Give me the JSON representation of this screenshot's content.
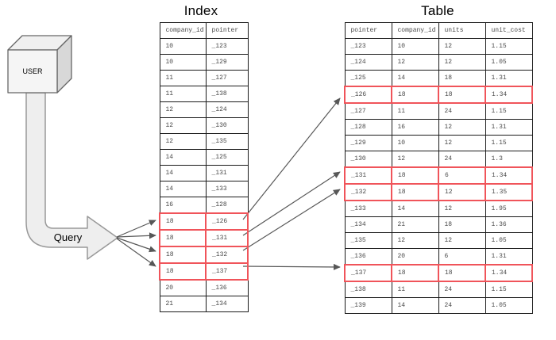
{
  "diagram": {
    "user_label": "USER",
    "query_label": "Query"
  },
  "index": {
    "title": "Index",
    "columns": [
      "company_id",
      "pointer"
    ],
    "rows": [
      {
        "cells": [
          "10",
          "_123"
        ],
        "highlighted": false
      },
      {
        "cells": [
          "10",
          "_129"
        ],
        "highlighted": false
      },
      {
        "cells": [
          "11",
          "_127"
        ],
        "highlighted": false
      },
      {
        "cells": [
          "11",
          "_138"
        ],
        "highlighted": false
      },
      {
        "cells": [
          "12",
          "_124"
        ],
        "highlighted": false
      },
      {
        "cells": [
          "12",
          "_130"
        ],
        "highlighted": false
      },
      {
        "cells": [
          "12",
          "_135"
        ],
        "highlighted": false
      },
      {
        "cells": [
          "14",
          "_125"
        ],
        "highlighted": false
      },
      {
        "cells": [
          "14",
          "_131"
        ],
        "highlighted": false
      },
      {
        "cells": [
          "14",
          "_133"
        ],
        "highlighted": false
      },
      {
        "cells": [
          "16",
          "_128"
        ],
        "highlighted": false
      },
      {
        "cells": [
          "18",
          "_126"
        ],
        "highlighted": true
      },
      {
        "cells": [
          "18",
          "_131"
        ],
        "highlighted": true
      },
      {
        "cells": [
          "18",
          "_132"
        ],
        "highlighted": true
      },
      {
        "cells": [
          "18",
          "_137"
        ],
        "highlighted": true
      },
      {
        "cells": [
          "20",
          "_136"
        ],
        "highlighted": false
      },
      {
        "cells": [
          "21",
          "_134"
        ],
        "highlighted": false
      }
    ]
  },
  "table": {
    "title": "Table",
    "columns": [
      "pointer",
      "company_id",
      "units",
      "unit_cost"
    ],
    "rows": [
      {
        "cells": [
          "_123",
          "10",
          "12",
          "1.15"
        ],
        "highlighted": false
      },
      {
        "cells": [
          "_124",
          "12",
          "12",
          "1.05"
        ],
        "highlighted": false
      },
      {
        "cells": [
          "_125",
          "14",
          "18",
          "1.31"
        ],
        "highlighted": false
      },
      {
        "cells": [
          "_126",
          "18",
          "18",
          "1.34"
        ],
        "highlighted": true
      },
      {
        "cells": [
          "_127",
          "11",
          "24",
          "1.15"
        ],
        "highlighted": false
      },
      {
        "cells": [
          "_128",
          "16",
          "12",
          "1.31"
        ],
        "highlighted": false
      },
      {
        "cells": [
          "_129",
          "10",
          "12",
          "1.15"
        ],
        "highlighted": false
      },
      {
        "cells": [
          "_130",
          "12",
          "24",
          "1.3"
        ],
        "highlighted": false
      },
      {
        "cells": [
          "_131",
          "18",
          "6",
          "1.34"
        ],
        "highlighted": true
      },
      {
        "cells": [
          "_132",
          "18",
          "12",
          "1.35"
        ],
        "highlighted": true
      },
      {
        "cells": [
          "_133",
          "14",
          "12",
          "1.95"
        ],
        "highlighted": false
      },
      {
        "cells": [
          "_134",
          "21",
          "18",
          "1.36"
        ],
        "highlighted": false
      },
      {
        "cells": [
          "_135",
          "12",
          "12",
          "1.05"
        ],
        "highlighted": false
      },
      {
        "cells": [
          "_136",
          "20",
          "6",
          "1.31"
        ],
        "highlighted": false
      },
      {
        "cells": [
          "_137",
          "18",
          "18",
          "1.34"
        ],
        "highlighted": true
      },
      {
        "cells": [
          "_138",
          "11",
          "24",
          "1.15"
        ],
        "highlighted": false
      },
      {
        "cells": [
          "_139",
          "14",
          "24",
          "1.05"
        ],
        "highlighted": false
      }
    ]
  },
  "colors": {
    "highlight_border": "#f0545a",
    "cell_border": "#1a1a1a",
    "arrow_stroke": "#575757",
    "shape_fill": "#eeeeee",
    "shape_stroke": "#999999"
  }
}
